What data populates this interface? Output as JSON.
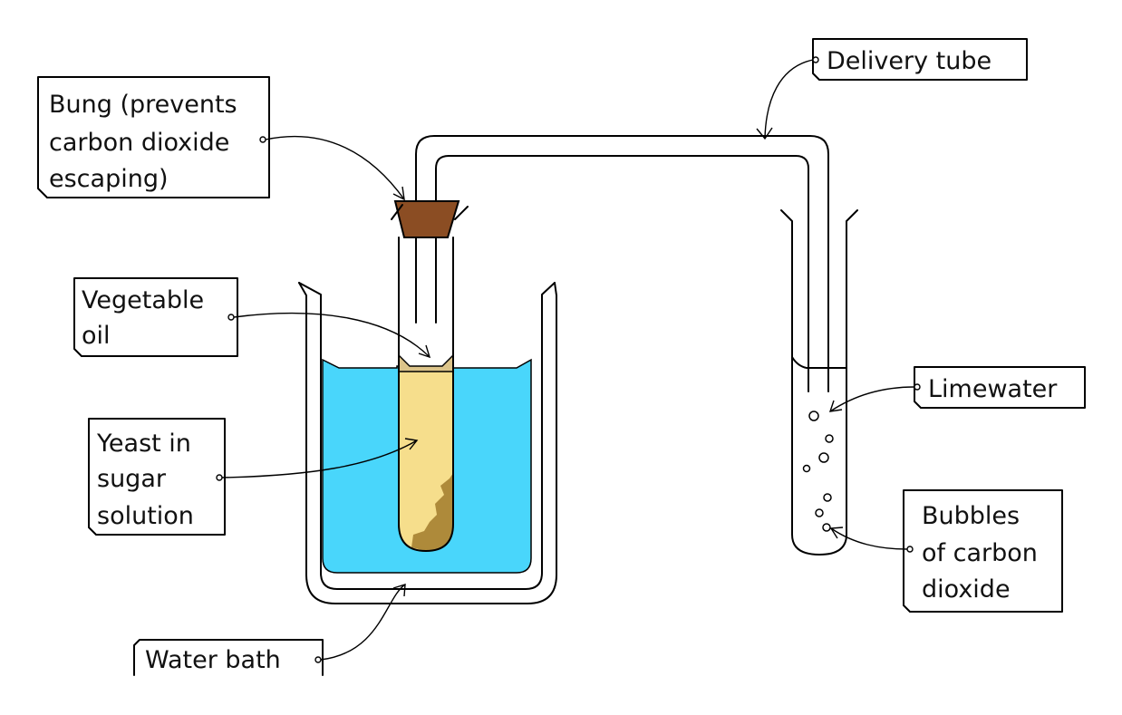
{
  "labels": {
    "bung": [
      "Bung (prevents",
      "carbon dioxide",
      "escaping)"
    ],
    "oil": [
      "Vegetable",
      "oil"
    ],
    "yeast": [
      "Yeast in",
      "sugar",
      "solution"
    ],
    "water_bath": [
      "Water bath"
    ],
    "delivery_tube": [
      "Delivery tube"
    ],
    "limewater": [
      "Limewater"
    ],
    "bubbles": [
      "Bubbles",
      "of carbon",
      "dioxide"
    ]
  },
  "colors": {
    "water": "#49d6fb",
    "yeast_solution": "#f6de8c",
    "yeast_sediment": "#ae8a3a",
    "oil": "#dcc48a",
    "bung": "#8b4d23",
    "outline": "#000000"
  }
}
